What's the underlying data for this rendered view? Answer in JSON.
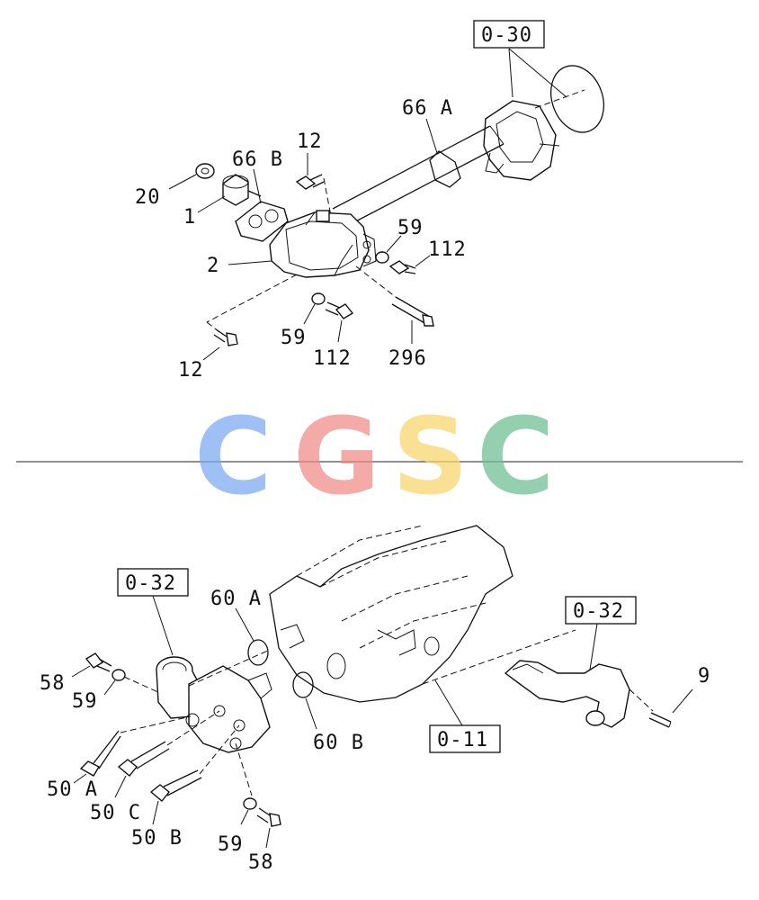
{
  "upper": {
    "box_0_30": "0-30",
    "part_66A": "66 A",
    "part_66B": "66 B",
    "part_12_top": "12",
    "part_20": "20",
    "part_1": "1",
    "part_2": "2",
    "part_59_right": "59",
    "part_112_right": "112",
    "part_59_low": "59",
    "part_112_low": "112",
    "part_296": "296",
    "part_12_low": "12"
  },
  "lower": {
    "box_0_32_left": "0-32",
    "box_0_32_right": "0-32",
    "box_0_11": "0-11",
    "part_60A": "60 A",
    "part_60B": "60 B",
    "part_58_top": "58",
    "part_59_top": "59",
    "part_50A": "50 A",
    "part_50C": "50 C",
    "part_50B": "50 B",
    "part_59_bottom": "59",
    "part_58_bottom": "58",
    "part_9": "9"
  },
  "watermark": {
    "letters": [
      "C",
      "G",
      "S",
      "C"
    ],
    "colors": [
      "#7aa8f0",
      "#f08a86",
      "#f7d56a",
      "#6cbf91"
    ]
  }
}
